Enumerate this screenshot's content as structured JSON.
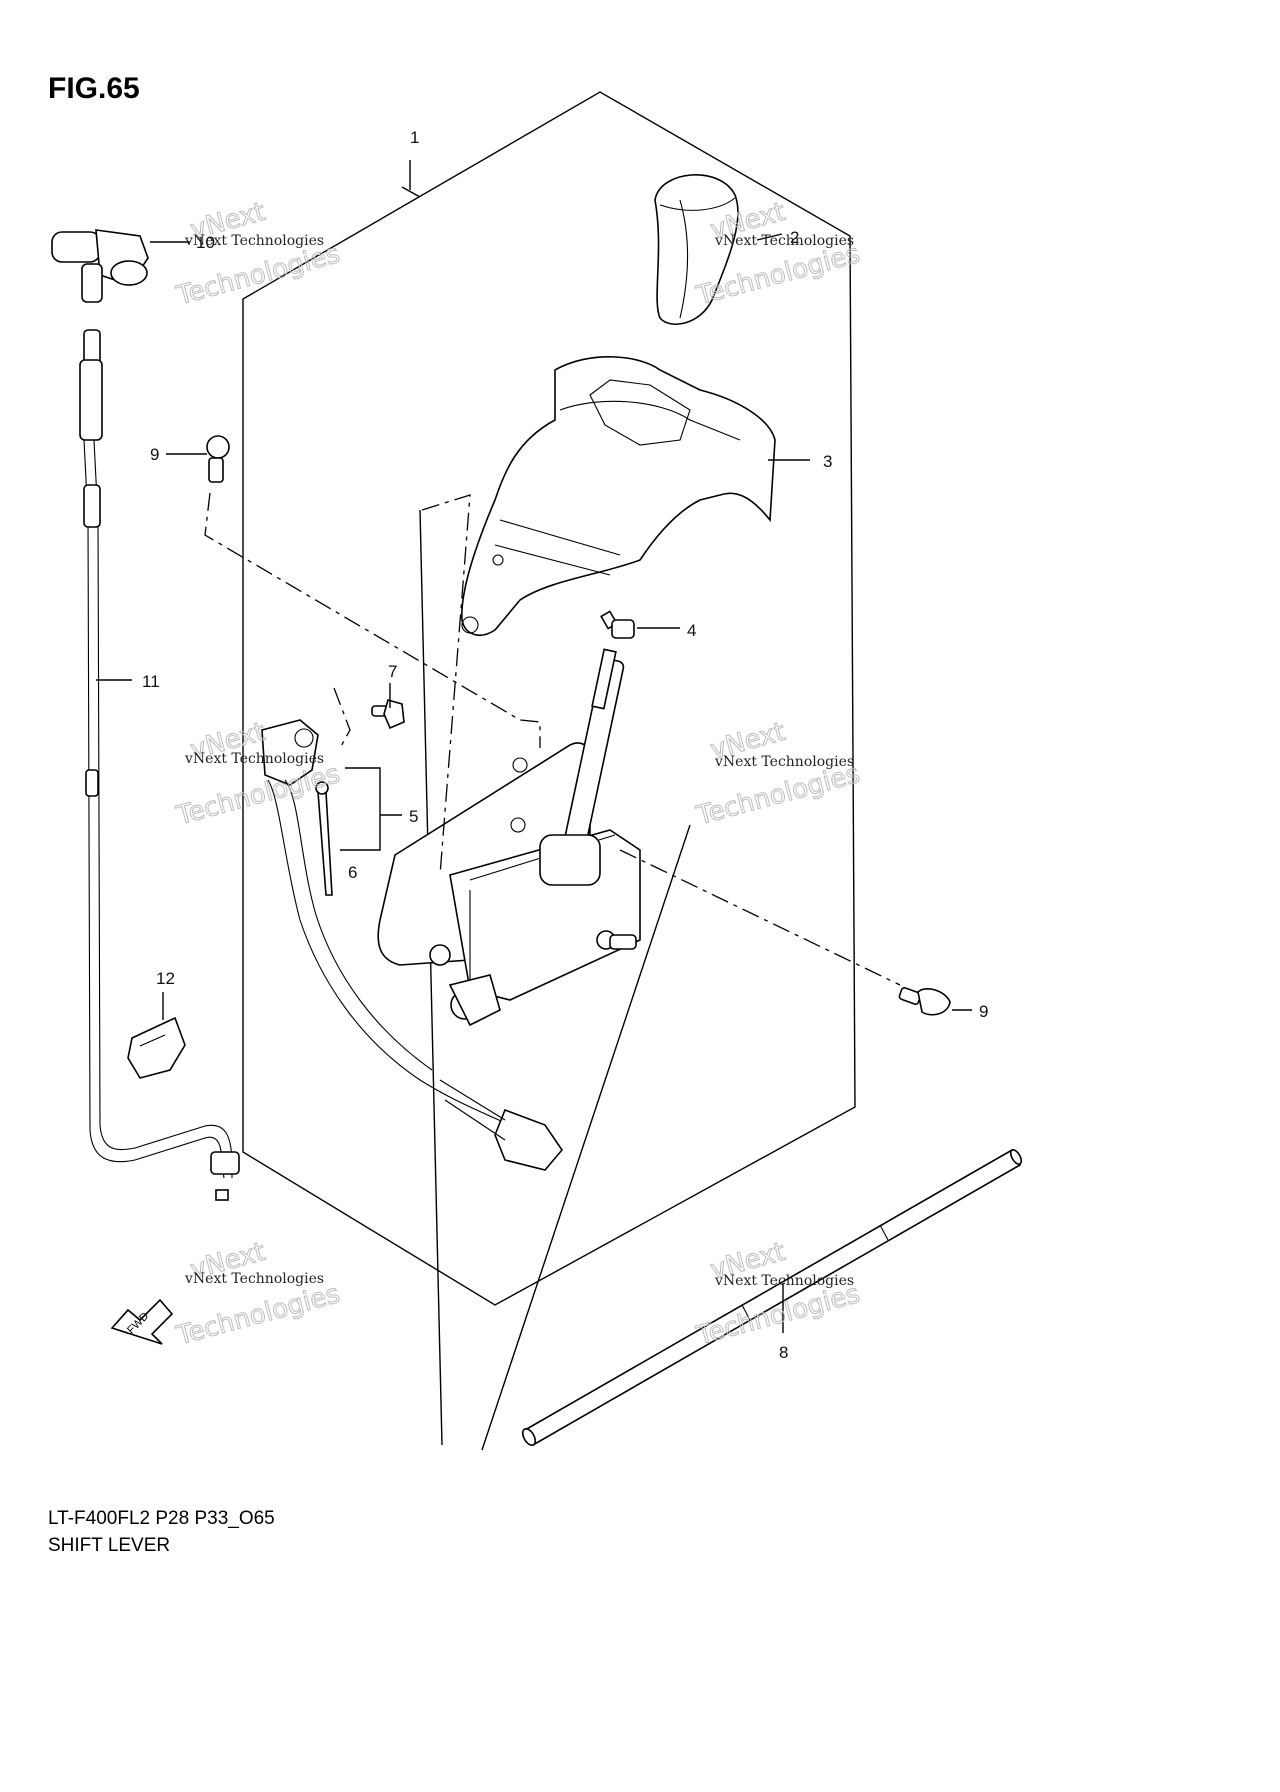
{
  "figure": {
    "title": "FIG.65",
    "code": "LT-F400FL2 P28 P33_O65",
    "name": "SHIFT LEVER"
  },
  "callouts": [
    "1",
    "2",
    "3",
    "4",
    "5",
    "6",
    "7",
    "8",
    "9",
    "9",
    "10",
    "11",
    "12"
  ],
  "direction_arrow": {
    "text": "FWD"
  },
  "watermark": {
    "small": "vNext Technologies",
    "large_1": "vNext",
    "large_2": "Technologies"
  }
}
